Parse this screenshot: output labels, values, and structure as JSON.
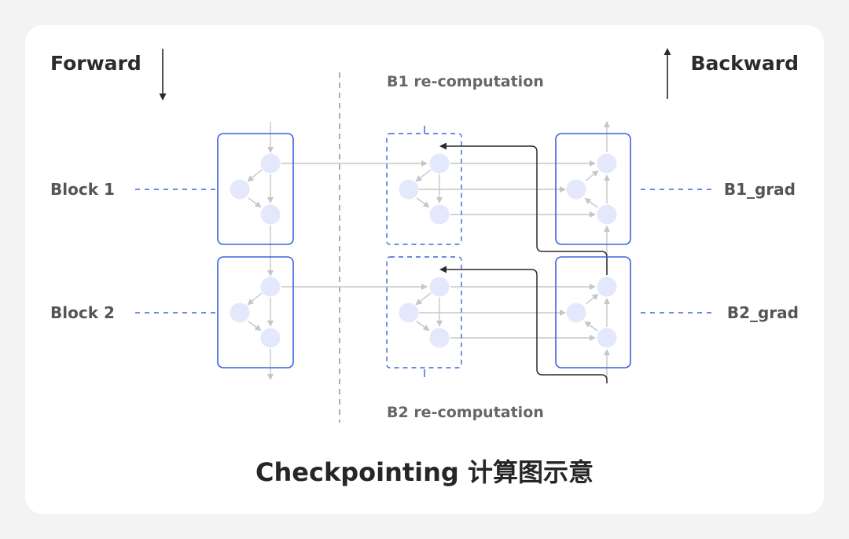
{
  "headers": {
    "forward": "Forward",
    "backward": "Backward"
  },
  "rows": {
    "block1": "Block 1",
    "block2": "Block 2",
    "b1_grad": "B1_grad",
    "b2_grad": "B2_grad"
  },
  "recomputation": {
    "b1": "B1 re-computation",
    "b2": "B2 re-computation"
  },
  "caption": "Checkpointing 计算图示意",
  "colors": {
    "block_border": "#3d63dd",
    "node_fill": "#e3e8fc",
    "edge": "#c6c6c6",
    "dark_edge": "#2a2a2a",
    "divider": "#9a9a9a"
  }
}
